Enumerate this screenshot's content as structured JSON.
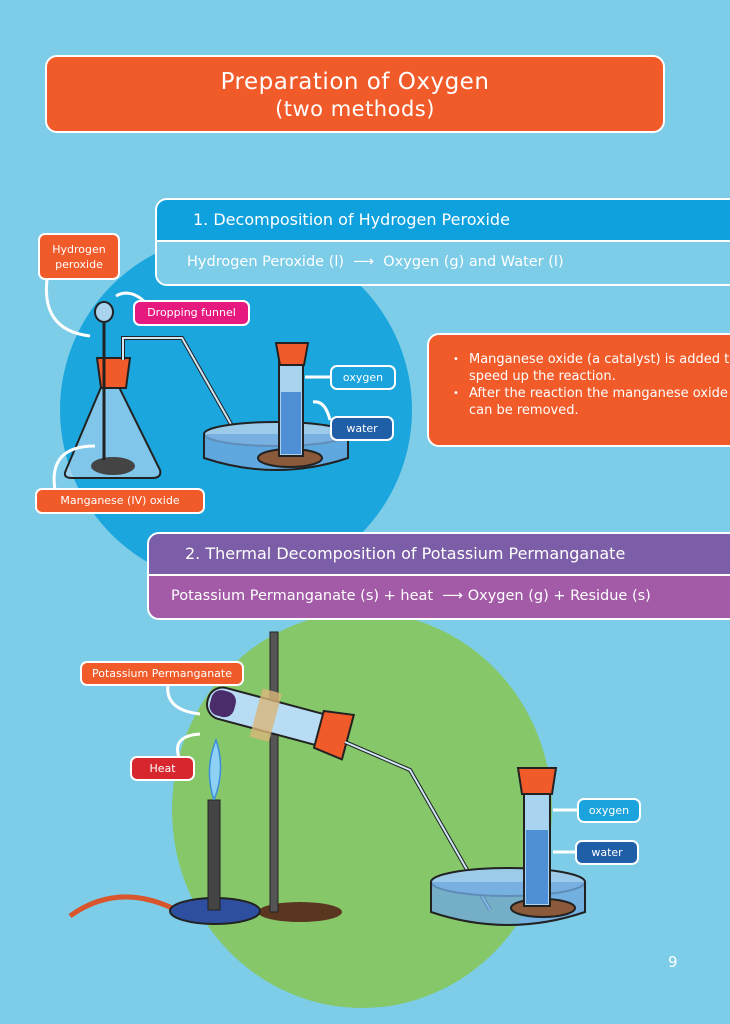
{
  "title": {
    "line1": "Preparation of Oxygen",
    "line2": "(two methods)"
  },
  "method1": {
    "heading": "1. Decomposition of Hydrogen Peroxide",
    "equation_left": "Hydrogen Peroxide (l)",
    "equation_right": "Oxygen (g) and Water (l)",
    "labels": {
      "hydrogen_peroxide": "Hydrogen peroxide",
      "dropping_funnel": "Dropping funnel",
      "oxygen": "oxygen",
      "water": "water",
      "manganese_oxide": "Manganese (IV) oxide"
    },
    "notes": [
      "Manganese oxide (a catalyst) is added to speed up the reaction.",
      "After the reaction the manganese oxide can be removed."
    ]
  },
  "method2": {
    "heading": "2. Thermal Decomposition of Potassium Permanganate",
    "equation_left": "Potassium Permanganate (s) + heat",
    "equation_right": "Oxygen (g) + Residue (s)",
    "labels": {
      "potassium_permanganate": "Potassium Permanganate",
      "heat": "Heat",
      "oxygen": "oxygen",
      "water": "water"
    }
  },
  "page_number": "9",
  "colors": {
    "background": "#7dcde8",
    "orange": "#f15a29",
    "blue_header": "#0ea1de",
    "purple_header": "#7b5ea7",
    "purple_equation": "#a35aa7",
    "magenta": "#e6197f",
    "red": "#d7262e",
    "green_circle": "#86c76a",
    "blue_circle": "#1ca6de"
  }
}
